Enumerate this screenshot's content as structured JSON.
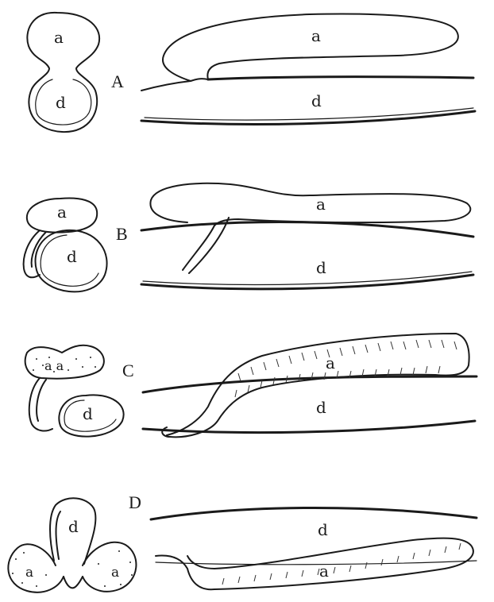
{
  "figure": {
    "rows": [
      {
        "id": "A",
        "label": "A",
        "upper": "a",
        "lower": "d"
      },
      {
        "id": "B",
        "label": "B",
        "upper": "a",
        "lower": "d"
      },
      {
        "id": "C",
        "label": "C",
        "upper": "a",
        "lower": "d",
        "small_upper": "a a"
      },
      {
        "id": "D",
        "label": "D",
        "upper": "d",
        "lower": "a",
        "small_left": "a",
        "small_right": "a"
      }
    ]
  }
}
